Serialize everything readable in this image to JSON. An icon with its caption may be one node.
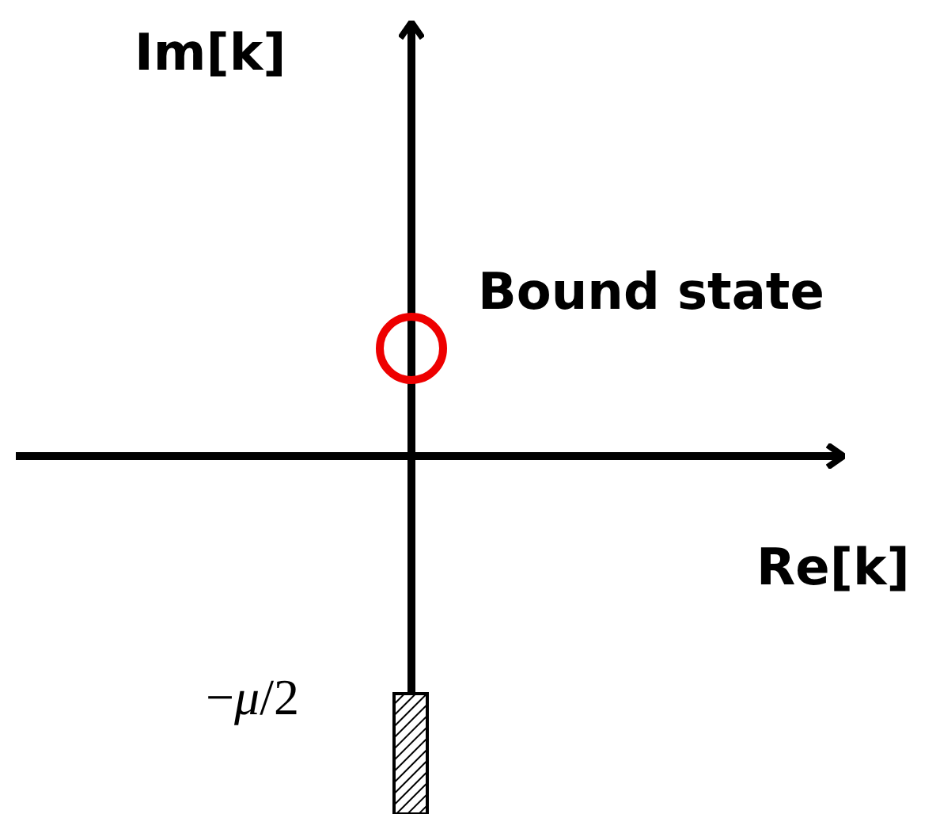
{
  "diagram": {
    "labels": [
      "Im[k]",
      "Bound state",
      "Re[k]",
      "−*μ*/2"
    ]
  }
}
